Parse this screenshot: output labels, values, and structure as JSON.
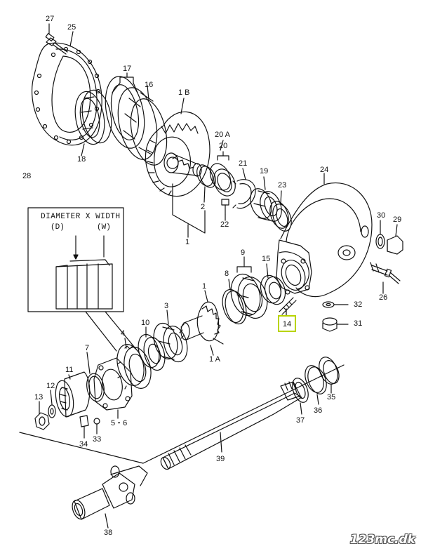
{
  "callouts": {
    "c27": "27",
    "c25": "25",
    "c17": "17",
    "c16": "16",
    "c1B": "1 B",
    "c18": "18",
    "c28": "28",
    "c20A": "20 A",
    "c20": "20",
    "c21": "21",
    "c19": "19",
    "c23": "23",
    "c2": "2",
    "c22": "22",
    "c1top": "1",
    "c24": "24",
    "c30": "30",
    "c29": "29",
    "c9": "9",
    "c8": "8",
    "c15": "15",
    "c1mid": "1",
    "c3": "3",
    "c26": "26",
    "c32": "32",
    "c31": "31",
    "c10": "10",
    "c4": "4",
    "c1A": "1 A",
    "c7": "7",
    "c11": "11",
    "c12": "12",
    "c13": "13",
    "c34": "34",
    "c33": "33",
    "c56": "5・6",
    "c37": "37",
    "c36": "36",
    "c35": "35",
    "c39": "39",
    "c38": "38"
  },
  "highlight": {
    "label": "14",
    "color": "#b9d400"
  },
  "inset": {
    "title": "DIAMETER X WIDTH",
    "d": "(D)",
    "w": "(W)"
  },
  "watermark": "123mc.dk"
}
